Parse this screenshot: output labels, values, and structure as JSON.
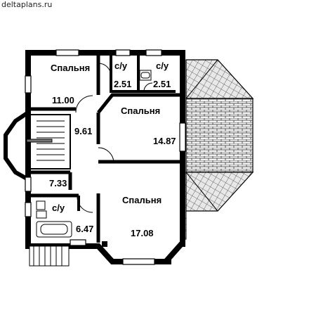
{
  "site": "deltaplans.ru",
  "rooms": [
    {
      "name": "Спальня",
      "area": "11.00"
    },
    {
      "name": "с/у",
      "area": "2.51"
    },
    {
      "name": "с/у",
      "area": "2.51"
    },
    {
      "name": "Спальня",
      "area": "14.87"
    },
    {
      "name": "",
      "area": "9.61"
    },
    {
      "name": "",
      "area": "7.33"
    },
    {
      "name": "с/у",
      "area": "6.47"
    },
    {
      "name": "Спальня",
      "area": "17.08"
    }
  ]
}
